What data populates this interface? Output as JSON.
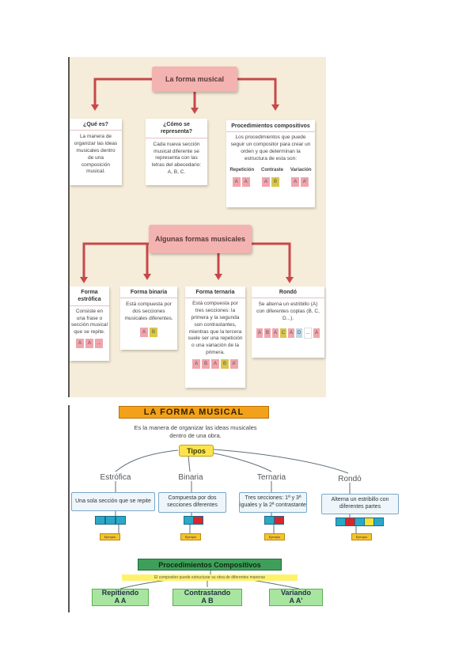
{
  "top": {
    "title": "La forma musical",
    "que_es": {
      "heading": "¿Qué es?",
      "body": "La manera de organizar las ideas musicales dentro de una composición musical."
    },
    "como": {
      "heading": "¿Cómo se representa?",
      "body": "Cada nueva sección musical diferente se representa con las letras del abecedario: A, B, C."
    },
    "procedimientos": {
      "heading": "Procedimientos compositivos",
      "body": "Los procedimientos que puede seguir un compositor para crear un orden y que determinan la estructura de esta son:",
      "labels": [
        "Repetición",
        "Contraste",
        "Variación"
      ],
      "chips": [
        [
          "A",
          "A"
        ],
        [
          "A",
          "B"
        ],
        [
          "A",
          "A'"
        ]
      ]
    },
    "algunas": "Algunas formas musicales",
    "estrofica": {
      "heading": "Forma estrófica",
      "body": "Consiste en una frase o sección musical que se repite.",
      "chips": [
        "A",
        "A",
        "..."
      ]
    },
    "binaria": {
      "heading": "Forma binaria",
      "body": "Está compuesta por dos secciones musicales diferentes.",
      "chips": [
        "A",
        "B"
      ]
    },
    "ternaria": {
      "heading": "Forma ternaria",
      "body": "Está compuesta por tres secciones: la primera y la segunda son contrastantes, mientras que la tercera suele ser una repetición o una variación de la primera.",
      "chips": [
        "A",
        "B",
        "A",
        "B",
        "A'"
      ]
    },
    "rondo": {
      "heading": "Rondó",
      "body": "Se alterna un estribillo (A) con diferentes coplas (B, C, D...).",
      "chips": [
        "A",
        "B",
        "A",
        "C",
        "A",
        "D",
        "...",
        "A"
      ]
    }
  },
  "bottom": {
    "title": "LA FORMA MUSICAL",
    "intro": "Es la manera de organizar las ideas musicales dentro de una obra.",
    "tipos": "Tipos",
    "types": [
      {
        "name": "Estrófica",
        "desc": "Una sola sección que se repite",
        "mini": "Ejemplo"
      },
      {
        "name": "Binaria",
        "desc": "Compuesta por dos secciones diferentes",
        "mini": "Ejemplo"
      },
      {
        "name": "Ternaria",
        "desc": "Tres secciones: 1ª y 3ª iguales y la 2ª contrastante",
        "mini": "Ejemplo"
      },
      {
        "name": "Rondó",
        "desc": "Alterna un estribillo con diferentes partes",
        "mini": "Ejemplo"
      }
    ],
    "procedimientos_title": "Procedimientos Compositivos",
    "procedimientos_desc": "El compositor puede estructurar su obra de diferentes maneras",
    "methods": [
      {
        "name": "Repitiendo",
        "letters": "A A"
      },
      {
        "name": "Contrastando",
        "letters": "A B"
      },
      {
        "name": "Variando",
        "letters": "A A'"
      }
    ]
  },
  "colors": {
    "pink": "#f3b3b1",
    "arrow_red": "#c9474a",
    "orange": "#f2a21a",
    "yellow": "#ffe34d",
    "green": "#a8e6a0",
    "teal": "#2aa9c7",
    "red": "#d9262b"
  }
}
